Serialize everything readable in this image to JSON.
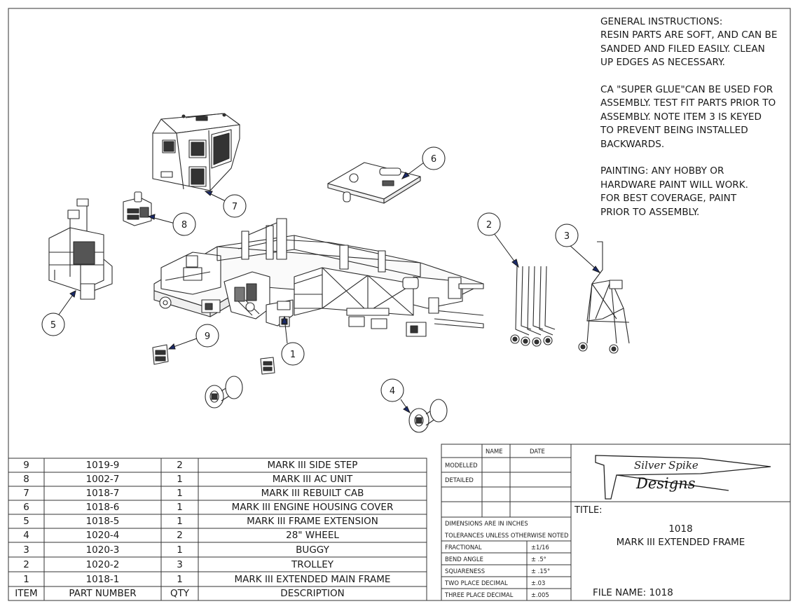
{
  "instructions": {
    "general": [
      "GENERAL INSTRUCTIONS:",
      "RESIN PARTS ARE SOFT, AND CAN BE",
      "SANDED AND FILED EASILY.  CLEAN",
      "UP EDGES AS NECESSARY."
    ],
    "glue": [
      "CA \"SUPER GLUE\"CAN BE USED FOR",
      "ASSEMBLY. TEST FIT PARTS PRIOR TO",
      "ASSEMBLY.  NOTE ITEM 3 IS KEYED",
      "TO PREVENT BEING INSTALLED",
      "BACKWARDS."
    ],
    "painting": [
      "PAINTING:  ANY HOBBY OR",
      "HARDWARE PAINT WILL WORK.",
      "FOR BEST COVERAGE, PAINT",
      "PRIOR TO ASSEMBLY."
    ]
  },
  "balloons": [
    "1",
    "2",
    "3",
    "4",
    "5",
    "6",
    "7",
    "8",
    "9"
  ],
  "bom": {
    "headers": {
      "item": "ITEM",
      "part": "PART NUMBER",
      "qty": "QTY",
      "desc": "DESCRIPTION"
    },
    "rows": [
      {
        "item": "9",
        "part": "1019-9",
        "qty": "2",
        "desc": "MARK III SIDE STEP"
      },
      {
        "item": "8",
        "part": "1002-7",
        "qty": "1",
        "desc": "MARK III AC UNIT"
      },
      {
        "item": "7",
        "part": "1018-7",
        "qty": "1",
        "desc": "MARK III REBUILT CAB"
      },
      {
        "item": "6",
        "part": "1018-6",
        "qty": "1",
        "desc": "MARK III ENGINE HOUSING COVER"
      },
      {
        "item": "5",
        "part": "1018-5",
        "qty": "1",
        "desc": "MARK III FRAME EXTENSION"
      },
      {
        "item": "4",
        "part": "1020-4",
        "qty": "2",
        "desc": "28\" WHEEL"
      },
      {
        "item": "3",
        "part": "1020-3",
        "qty": "1",
        "desc": "BUGGY"
      },
      {
        "item": "2",
        "part": "1020-2",
        "qty": "3",
        "desc": "TROLLEY"
      },
      {
        "item": "1",
        "part": "1018-1",
        "qty": "1",
        "desc": "MARK III EXTENDED MAIN FRAME"
      }
    ]
  },
  "title_block": {
    "name_header": "NAME",
    "date_header": "DATE",
    "modelled": "MODELLED",
    "detailed": "DETAILED",
    "dims_line1": "DIMENSIONS ARE IN INCHES",
    "dims_line2": "TOLERANCES UNLESS OTHERWISE NOTED",
    "tolerances": [
      {
        "label": "FRACTIONAL",
        "value": "±1/16"
      },
      {
        "label": "BEND ANGLE",
        "value": "± .5°"
      },
      {
        "label": "SQUARENESS",
        "value": "± .15°"
      },
      {
        "label": "TWO PLACE DECIMAL",
        "value": "±.03"
      },
      {
        "label": "THREE PLACE DECIMAL",
        "value": "±.005"
      }
    ],
    "title_label": "TITLE:",
    "drawing_number": "1018",
    "drawing_title": "MARK III EXTENDED FRAME",
    "file_name": "FILE NAME: 1018"
  },
  "logo": {
    "line1": "Silver Spike",
    "line2": "Designs"
  }
}
